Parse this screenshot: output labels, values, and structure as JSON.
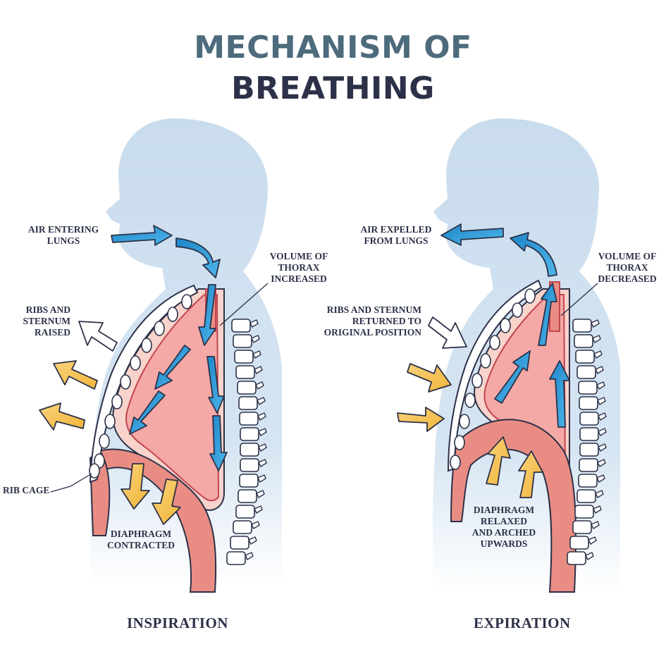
{
  "title": {
    "line1": "MECHANISM OF",
    "line2": "BREATHING"
  },
  "inspiration": {
    "heading": "INSPIRATION",
    "air_label": "AIR ENTERING\nLUNGS",
    "volume_label": "VOLUME OF\nTHORAX\nINCREASED",
    "ribs_label": "RIBS AND\nSTERNUM\nRAISED",
    "ribcage_label": "RIB CAGE",
    "diaphragm_label": "DIAPHRAGM\nCONTRACTED"
  },
  "expiration": {
    "heading": "EXPIRATION",
    "air_label": "AIR EXPELLED\nFROM LUNGS",
    "volume_label": "VOLUME OF\nTHORAX\nDECREASED",
    "ribs_label": "RIBS AND STERNUM\nRETURNED TO\nORIGINAL POSITION",
    "diaphragm_label": "DIAPHRAGM\nRELAXED\nAND ARCHED\nUPWARDS"
  },
  "colors": {
    "title_top": "#4d6b7d",
    "title_bottom": "#2c3148",
    "label_text": "#2c3148",
    "body": "#c9dced",
    "lung": "#f4a9a6",
    "lung_outline": "#c24550",
    "muscle": "#e98d84",
    "air_arrow": "#2d9ad6",
    "force_arrow": "#f7c14a"
  },
  "icons": [
    "air-flow-arrow",
    "force-arrow",
    "vertebra",
    "rib"
  ]
}
